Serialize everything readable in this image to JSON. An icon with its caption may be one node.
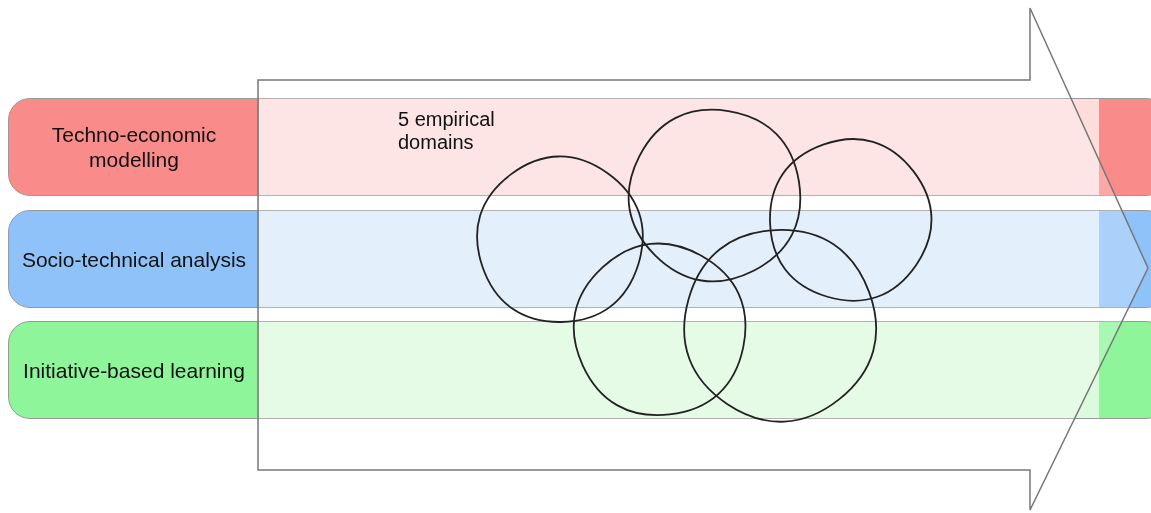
{
  "diagram": {
    "nodes": [
      {
        "text": [
          "Techno-economic modelling"
        ]
      },
      {
        "text": [
          "Socio-technical analysis"
        ]
      },
      {
        "text": [
          "Initiative-based learning"
        ]
      }
    ],
    "labels": [
      "5 empirical domains"
    ]
  }
}
